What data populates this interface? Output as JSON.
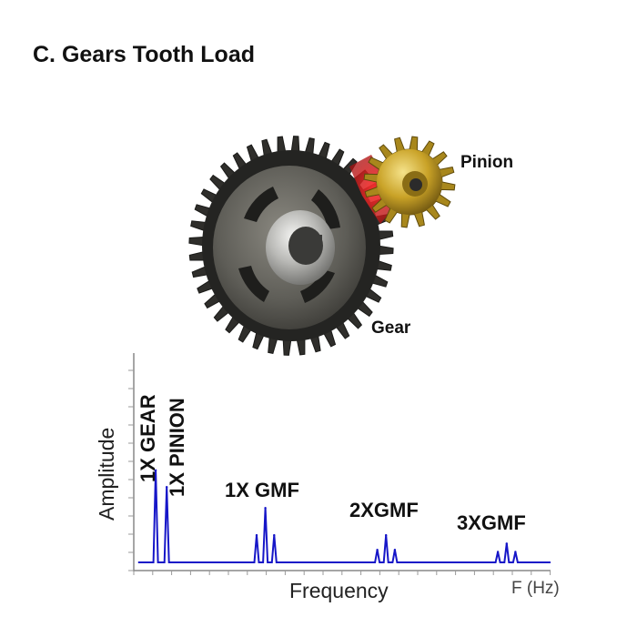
{
  "title": "C. Gears Tooth Load",
  "gear_illustration": {
    "pinion_label": "Pinion",
    "gear_label": "Gear",
    "colors": {
      "gear_body": "#3a3a38",
      "gear_face": "#6b6a63",
      "pinion": "#c9a227",
      "mesh_highlight": "#d91e1e"
    }
  },
  "spectrum": {
    "ylabel": "Amplitude",
    "xlabel": "Frequency",
    "unit_label": "F (Hz)",
    "line_color": "#1616c8",
    "peak_labels": {
      "gear_1x": "1X GEAR",
      "pinion_1x": "1X PINION",
      "gmf_1x": "1X GMF",
      "gmf_2x": "2XGMF",
      "gmf_3x": "3XGMF"
    }
  },
  "chart_data": {
    "type": "line",
    "series": [
      {
        "peaks": [
          {
            "x": 1.0,
            "y": 0.44
          },
          {
            "x": 1.5,
            "y": 0.36
          },
          {
            "x": 5.6,
            "y": 0.13
          },
          {
            "x": 6.0,
            "y": 0.26
          },
          {
            "x": 6.4,
            "y": 0.13
          },
          {
            "x": 11.1,
            "y": 0.06
          },
          {
            "x": 11.5,
            "y": 0.13
          },
          {
            "x": 11.9,
            "y": 0.06
          },
          {
            "x": 16.6,
            "y": 0.05
          },
          {
            "x": 17.0,
            "y": 0.09
          },
          {
            "x": 17.4,
            "y": 0.05
          }
        ]
      }
    ],
    "xlim": [
      0,
      19.0
    ],
    "ylim": [
      0,
      1.0
    ]
  }
}
